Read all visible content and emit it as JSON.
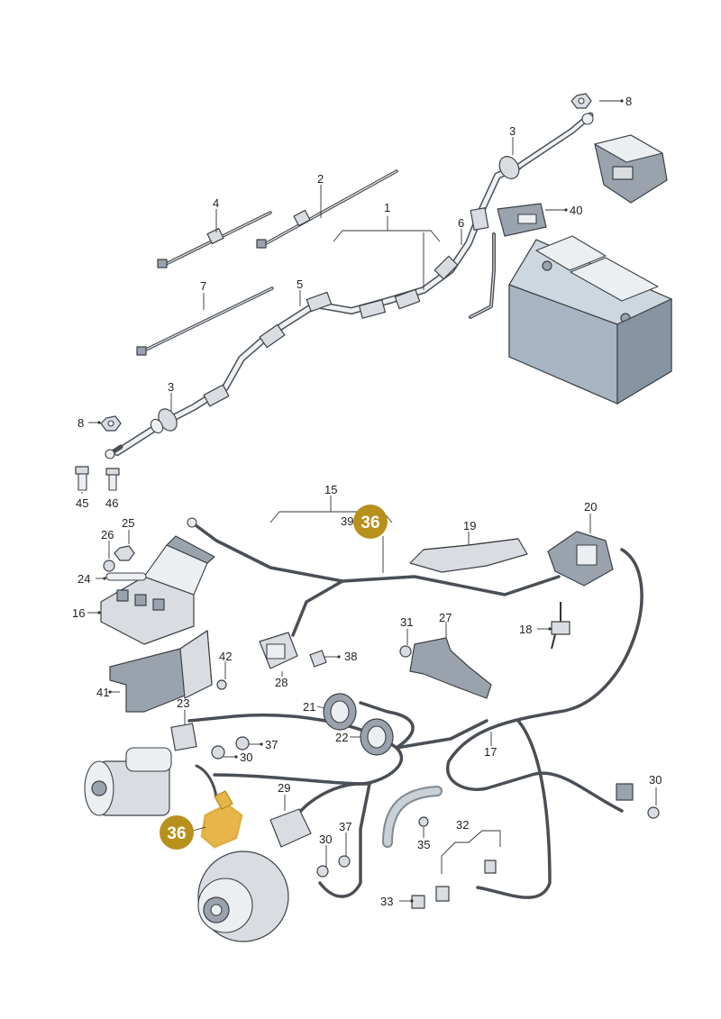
{
  "labels": {
    "l1": "1",
    "l2": "2",
    "l3a": "3",
    "l3b": "3",
    "l4": "4",
    "l5": "5",
    "l6": "6",
    "l7": "7",
    "l8a": "8",
    "l8b": "8",
    "l40": "40",
    "l45": "45",
    "l46": "46",
    "l15": "15",
    "l20": "20",
    "l19": "19",
    "l25": "25",
    "l26": "26",
    "l24": "24",
    "l16": "16",
    "l31": "31",
    "l27": "27",
    "l18": "18",
    "l42": "42",
    "l41": "41",
    "l38": "38",
    "l28": "28",
    "l23": "23",
    "l21": "21",
    "l22": "22",
    "l17": "17",
    "l37a": "37",
    "l30a": "30",
    "l29": "29",
    "l37b": "37",
    "l30b": "30",
    "l35": "35",
    "l32": "32",
    "l33": "33",
    "l30c": "30",
    "l39": "39"
  },
  "highlight": {
    "badge_top": "36",
    "badge_bottom": "36",
    "color": "#b8901c",
    "part_color": "#e7b64a"
  },
  "colors": {
    "battery_front": "#a7b5c2",
    "battery_top": "#cdd7df",
    "cable": "#4a4f55"
  }
}
